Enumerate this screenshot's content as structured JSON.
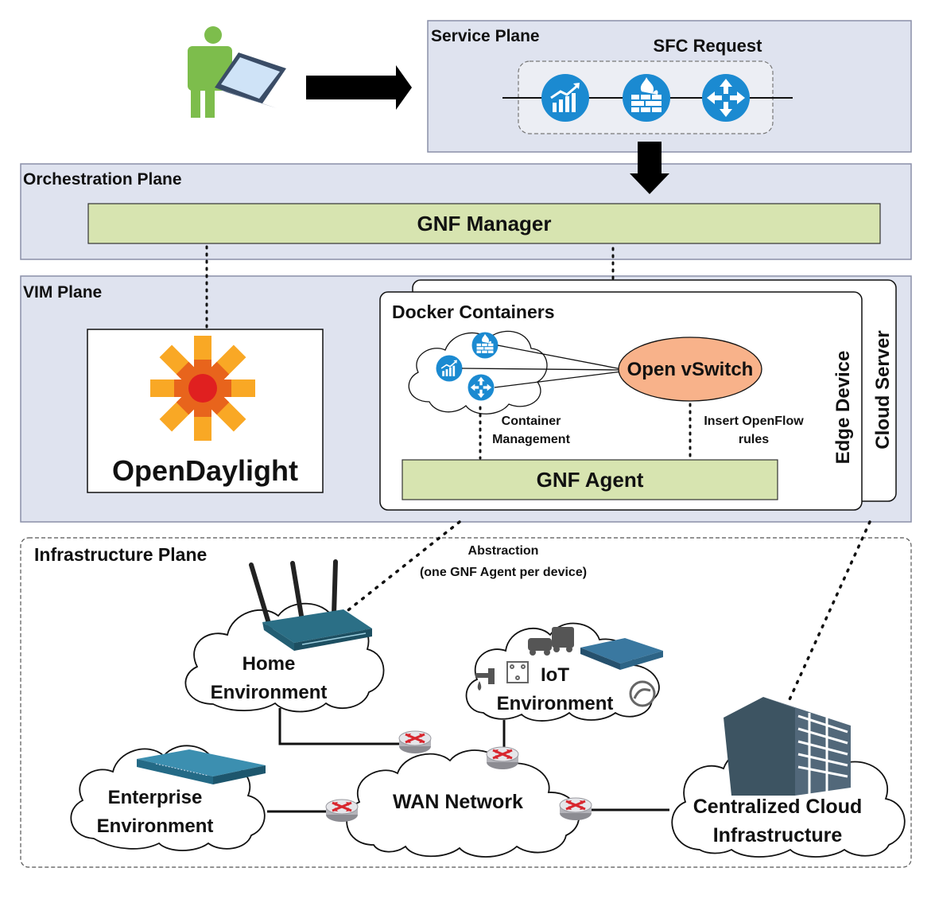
{
  "planes": {
    "service": "Service Plane",
    "orchestration": "Orchestration Plane",
    "vim": "VIM Plane",
    "infrastructure": "Infrastructure Plane"
  },
  "sfc_request": "SFC Request",
  "gnf_manager": "GNF Manager",
  "opendaylight": "OpenDaylight",
  "docker_containers": "Docker Containers",
  "open_vswitch": "Open vSwitch",
  "container_management": [
    "Container",
    "Management"
  ],
  "insert_openflow": [
    "Insert OpenFlow",
    "rules"
  ],
  "gnf_agent": "GNF Agent",
  "edge_device": "Edge Device",
  "cloud_server": "Cloud Server",
  "abstraction": [
    "Abstraction",
    "(one GNF Agent per device)"
  ],
  "home_env": [
    "Home",
    "Environment"
  ],
  "iot_env": [
    "IoT",
    "Environment"
  ],
  "enterprise_env": [
    "Enterprise",
    "Environment"
  ],
  "wan_network": "WAN Network",
  "cloud_infra": [
    "Centralized Cloud",
    "Infrastructure"
  ],
  "colors": {
    "plane_fill": "#dfe3ef",
    "plane_stroke": "#8a8fa8",
    "bar_fill": "#d7e4b0",
    "vswitch_fill": "#f8b28a",
    "icon_blue": "#1b8ad1",
    "person_green": "#7dbd4c",
    "router_red": "#d8262e"
  }
}
